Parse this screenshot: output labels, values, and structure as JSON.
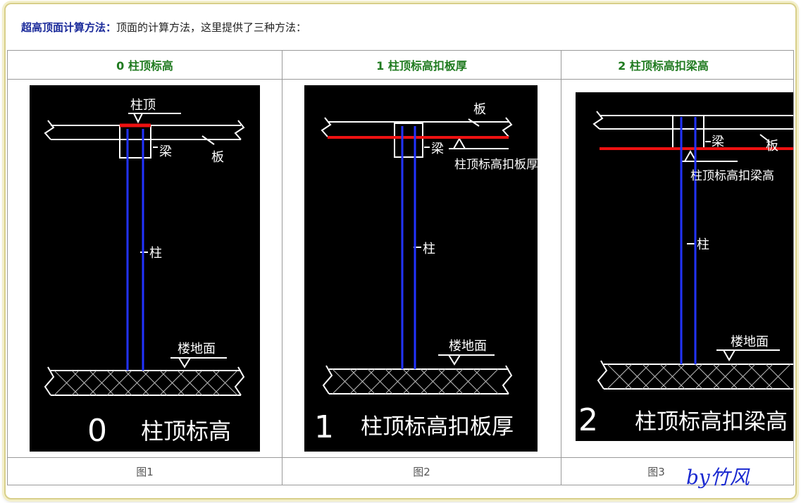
{
  "intro": {
    "title": "超高顶面计算方法：",
    "desc": "顶面的计算方法，这里提供了三种方法："
  },
  "columns": [
    {
      "header": "0 柱顶标高",
      "caption": "图1"
    },
    {
      "header": "1 柱顶标高扣板厚",
      "caption": "图2"
    },
    {
      "header": "2 柱顶标高扣梁高",
      "caption": "图3"
    }
  ],
  "diagrams": {
    "d0": {
      "top_label": "柱顶",
      "beam_label": "梁",
      "slab_label": "板",
      "column_label": "柱",
      "floor_label": "楼地面",
      "number": "0",
      "title": "柱顶标高"
    },
    "d1": {
      "slab_label": "板",
      "beam_label": "梁",
      "mark_label": "柱顶标高扣板厚",
      "column_label": "柱",
      "floor_label": "楼地面",
      "number": "1",
      "title": "柱顶标高扣板厚"
    },
    "d2": {
      "beam_label": "梁",
      "slab_label": "板",
      "mark_label": "柱顶标高扣梁高",
      "column_label": "柱",
      "floor_label": "楼地面",
      "number": "2",
      "title": "柱顶标高扣梁高"
    }
  },
  "signature": "by竹风",
  "colors": {
    "header_text": "#1f7a1f",
    "intro_title": "#1a2a9a",
    "column_blue": "#2233ff",
    "elevation_red": "#ee1111"
  }
}
